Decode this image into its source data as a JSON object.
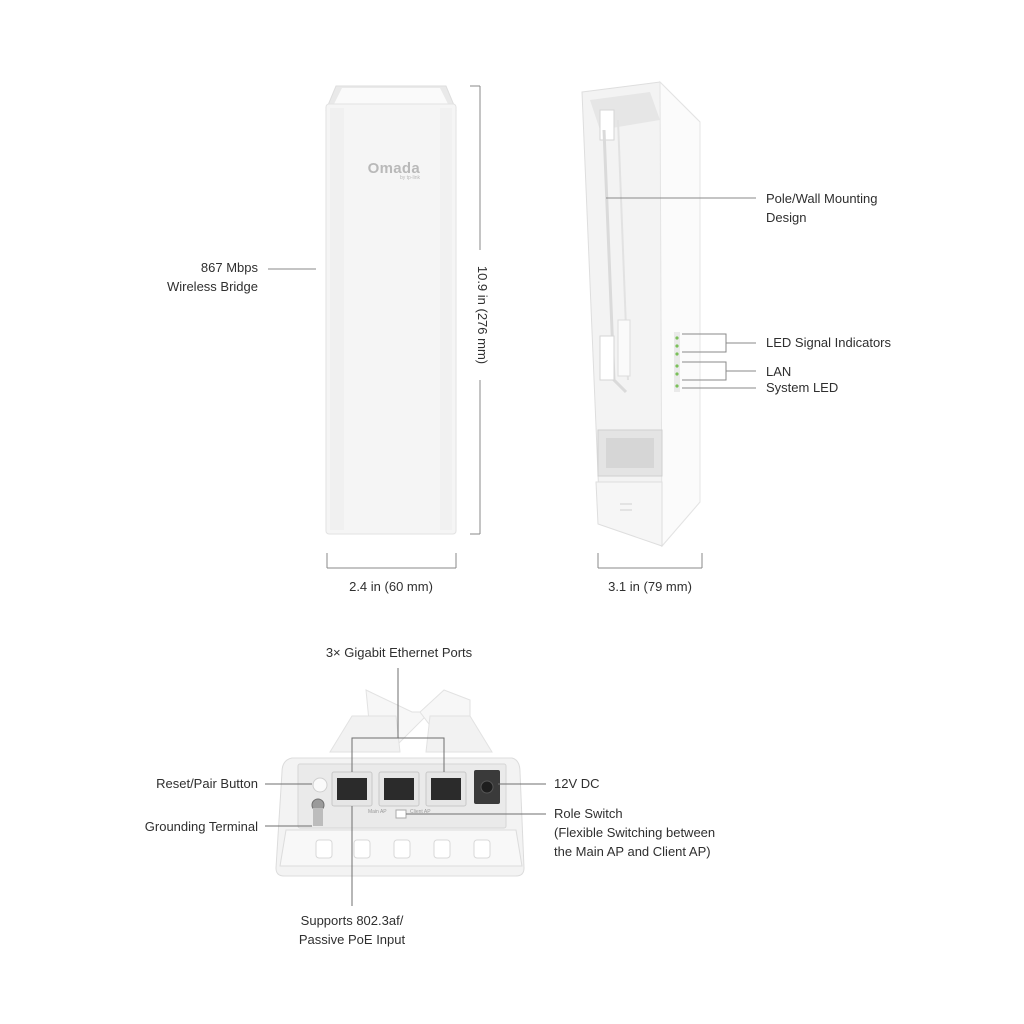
{
  "front_view": {
    "logo_main": "Omada",
    "logo_sub": "by tp-link",
    "product_label_line1": "867 Mbps",
    "product_label_line2": "Wireless Bridge",
    "height_dimension": "10.9 in (276 mm)",
    "width_dimension": "2.4 in (60 mm)"
  },
  "side_view": {
    "mount_label_line1": "Pole/Wall Mounting",
    "mount_label_line2": "Design",
    "led_signal_label": "LED Signal Indicators",
    "lan_label": "LAN",
    "system_led_label": "System LED",
    "depth_dimension": "3.1 in (79 mm)"
  },
  "bottom_view": {
    "ports_label": "3× Gigabit Ethernet Ports",
    "reset_label": "Reset/Pair Button",
    "grounding_label": "Grounding Terminal",
    "dc_label": "12V DC",
    "role_switch_line1": "Role Switch",
    "role_switch_line2": "(Flexible Switching between",
    "role_switch_line3": "the Main AP and Client AP)",
    "poe_line1": "Supports 802.3af/",
    "poe_line2": "Passive PoE Input",
    "switch_left_text": "Main AP",
    "switch_right_text": "Client AP"
  },
  "colors": {
    "device_body": "#f4f4f4",
    "device_edge": "#dcdcdc",
    "leader_line": "#8a8a8a",
    "port_dark": "#2b2b2b",
    "led_green": "#7bbf5a"
  }
}
